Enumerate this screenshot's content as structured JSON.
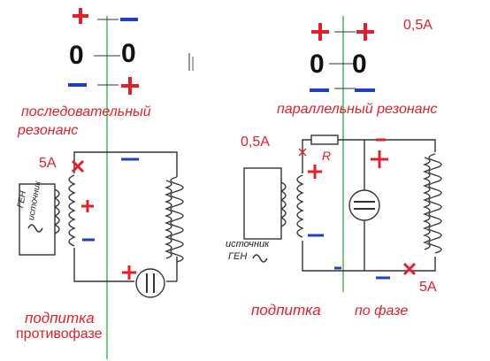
{
  "left": {
    "row1_plus": "+",
    "row1_minus": "–",
    "row2_a": "0",
    "row2_b": "0",
    "row3_minus": "–",
    "row3_plus": "+",
    "title_line1": "последовательный",
    "title_line2": "резонанс",
    "current": "5А",
    "source_label_1": "источник",
    "source_label_2": "ГЕН",
    "feed_line1": "подпитка",
    "feed_line2": "противофазе"
  },
  "right": {
    "row1_plus_a": "+",
    "row1_plus_b": "+",
    "row2_a": "0",
    "row2_b": "0",
    "top_current": "0,5А",
    "title": "параллельный резонанс",
    "branch_current": "0,5А",
    "resistor_label": "R",
    "source_label_1": "источник",
    "source_label_2": "ГЕН",
    "bottom_current": "5А",
    "feed": "подпитка",
    "phase": "по фазе"
  },
  "colors": {
    "red": "#e0202a",
    "blue": "#1f3fbf",
    "green": "#22a02a",
    "dark": "#222222"
  }
}
